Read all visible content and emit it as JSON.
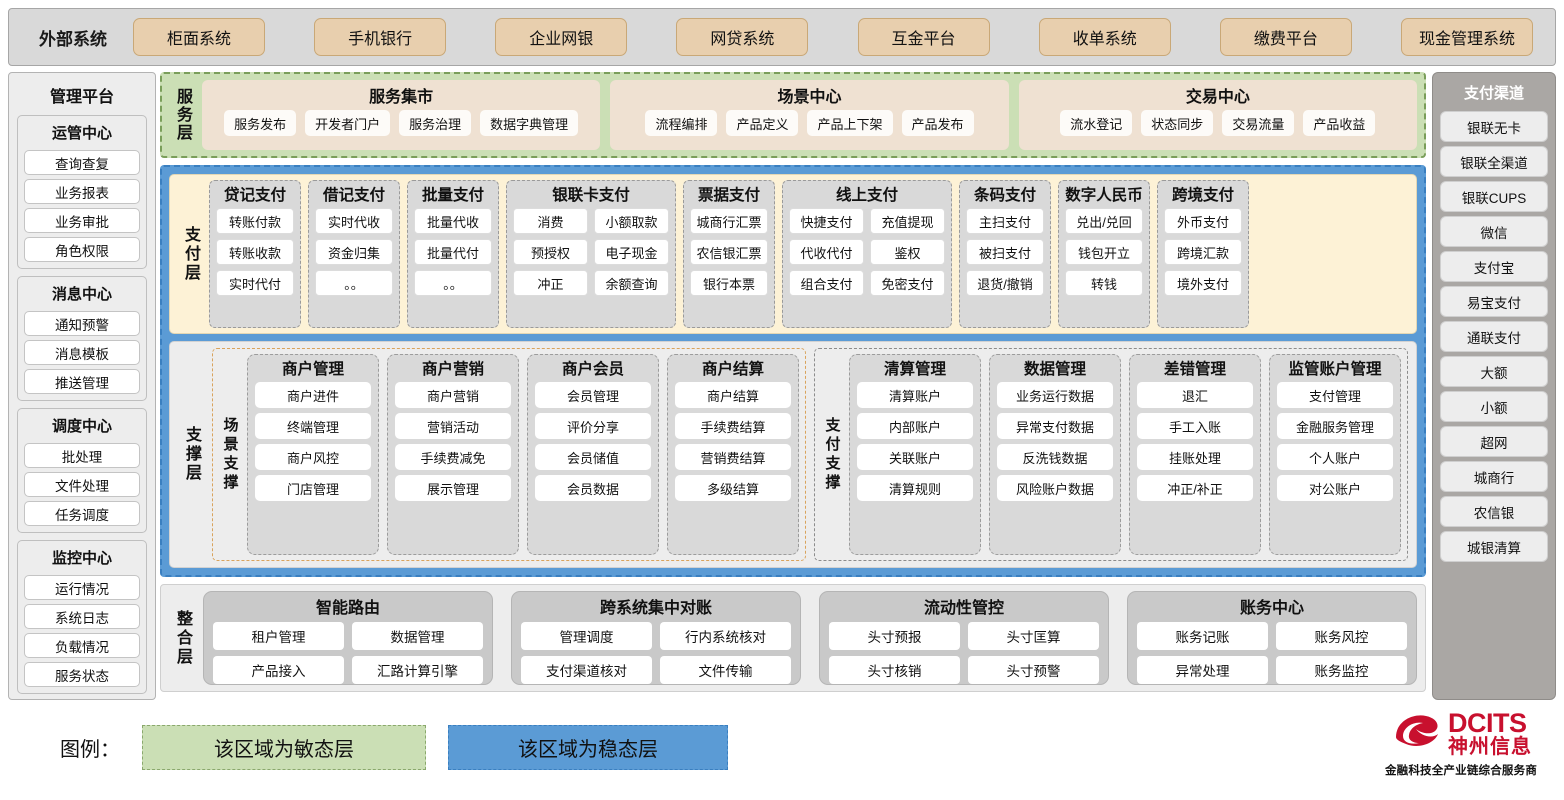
{
  "external_bar": {
    "title": "外部系统",
    "items": [
      "柜面系统",
      "手机银行",
      "企业网银",
      "网贷系统",
      "互金平台",
      "收单系统",
      "缴费平台",
      "现金管理系统"
    ]
  },
  "left_sidebar": {
    "title": "管理平台",
    "groups": [
      {
        "title": "运管中心",
        "items": [
          "查询查复",
          "业务报表",
          "业务审批",
          "角色权限"
        ]
      },
      {
        "title": "消息中心",
        "items": [
          "通知预警",
          "消息模板",
          "推送管理"
        ]
      },
      {
        "title": "调度中心",
        "items": [
          "批处理",
          "文件处理",
          "任务调度"
        ]
      },
      {
        "title": "监控中心",
        "items": [
          "运行情况",
          "系统日志",
          "负载情况",
          "服务状态"
        ]
      }
    ]
  },
  "right_sidebar": {
    "title": "支付渠道",
    "items": [
      "银联无卡",
      "银联全渠道",
      "银联CUPS",
      "微信",
      "支付宝",
      "易宝支付",
      "通联支付",
      "大额",
      "小额",
      "超网",
      "城商行",
      "农信银",
      "城银清算"
    ]
  },
  "service_layer": {
    "label": "服务层",
    "groups": [
      {
        "title": "服务集市",
        "items": [
          "服务发布",
          "开发者门户",
          "服务治理",
          "数据字典管理"
        ]
      },
      {
        "title": "场景中心",
        "items": [
          "流程编排",
          "产品定义",
          "产品上下架",
          "产品发布"
        ]
      },
      {
        "title": "交易中心",
        "items": [
          "流水登记",
          "状态同步",
          "交易流量",
          "产品收益"
        ]
      }
    ]
  },
  "payment_layer": {
    "label": "支付层",
    "groups": [
      {
        "title": "贷记支付",
        "cols": 1,
        "items": [
          "转账付款",
          "转账收款",
          "实时代付"
        ]
      },
      {
        "title": "借记支付",
        "cols": 1,
        "items": [
          "实时代收",
          "资金归集",
          "。。"
        ]
      },
      {
        "title": "批量支付",
        "cols": 1,
        "items": [
          "批量代收",
          "批量代付",
          "。。"
        ]
      },
      {
        "title": "银联卡支付",
        "cols": 2,
        "items": [
          "消费",
          "小额取款",
          "预授权",
          "电子现金",
          "冲正",
          "余额查询"
        ]
      },
      {
        "title": "票据支付",
        "cols": 1,
        "items": [
          "城商行汇票",
          "农信银汇票",
          "银行本票"
        ]
      },
      {
        "title": "线上支付",
        "cols": 2,
        "items": [
          "快捷支付",
          "充值提现",
          "代收代付",
          "鉴权",
          "组合支付",
          "免密支付"
        ]
      },
      {
        "title": "条码支付",
        "cols": 1,
        "items": [
          "主扫支付",
          "被扫支付",
          "退货/撤销"
        ]
      },
      {
        "title": "数字人民币",
        "cols": 1,
        "items": [
          "兑出/兑回",
          "钱包开立",
          "转钱"
        ]
      },
      {
        "title": "跨境支付",
        "cols": 1,
        "items": [
          "外币支付",
          "跨境汇款",
          "境外支付"
        ]
      }
    ]
  },
  "support_layer": {
    "label": "支撑层",
    "scene": {
      "label": "场景支撑",
      "groups": [
        {
          "title": "商户管理",
          "items": [
            "商户进件",
            "终端管理",
            "商户风控",
            "门店管理"
          ]
        },
        {
          "title": "商户营销",
          "items": [
            "商户营销",
            "营销活动",
            "手续费减免",
            "展示管理"
          ]
        },
        {
          "title": "商户会员",
          "items": [
            "会员管理",
            "评价分享",
            "会员储值",
            "会员数据"
          ]
        },
        {
          "title": "商户结算",
          "items": [
            "商户结算",
            "手续费结算",
            "营销费结算",
            "多级结算"
          ]
        }
      ]
    },
    "paysup": {
      "label": "支付支撑",
      "groups": [
        {
          "title": "清算管理",
          "items": [
            "清算账户",
            "内部账户",
            "关联账户",
            "清算规则"
          ]
        },
        {
          "title": "数据管理",
          "items": [
            "业务运行数据",
            "异常支付数据",
            "反洗钱数据",
            "风险账户数据"
          ]
        },
        {
          "title": "差错管理",
          "items": [
            "退汇",
            "手工入账",
            "挂账处理",
            "冲正/补正"
          ]
        },
        {
          "title": "监管账户管理",
          "items": [
            "支付管理",
            "金融服务管理",
            "个人账户",
            "对公账户"
          ]
        }
      ]
    }
  },
  "integration_layer": {
    "label": "整合层",
    "groups": [
      {
        "title": "智能路由",
        "rows": [
          [
            "租户管理",
            "数据管理"
          ],
          [
            "产品接入",
            "汇路计算引擎"
          ]
        ]
      },
      {
        "title": "跨系统集中对账",
        "rows": [
          [
            "管理调度",
            "行内系统核对"
          ],
          [
            "支付渠道核对",
            "文件传输"
          ]
        ]
      },
      {
        "title": "流动性管控",
        "rows": [
          [
            "头寸预报",
            "头寸匡算"
          ],
          [
            "头寸核销",
            "头寸预警"
          ]
        ]
      },
      {
        "title": "账务中心",
        "rows": [
          [
            "账务记账",
            "账务风控"
          ],
          [
            "异常处理",
            "账务监控"
          ]
        ]
      }
    ]
  },
  "legend": {
    "label": "图例：",
    "agile_text": "该区域为敏态层",
    "stable_text": "该区域为稳态层",
    "agile_color": "#cbdfb5",
    "stable_color": "#5b9bd5"
  },
  "logo": {
    "en": "DCITS",
    "cn": "神州信息",
    "tagline": "金融科技全产业链综合服务商",
    "color": "#c8102e"
  }
}
